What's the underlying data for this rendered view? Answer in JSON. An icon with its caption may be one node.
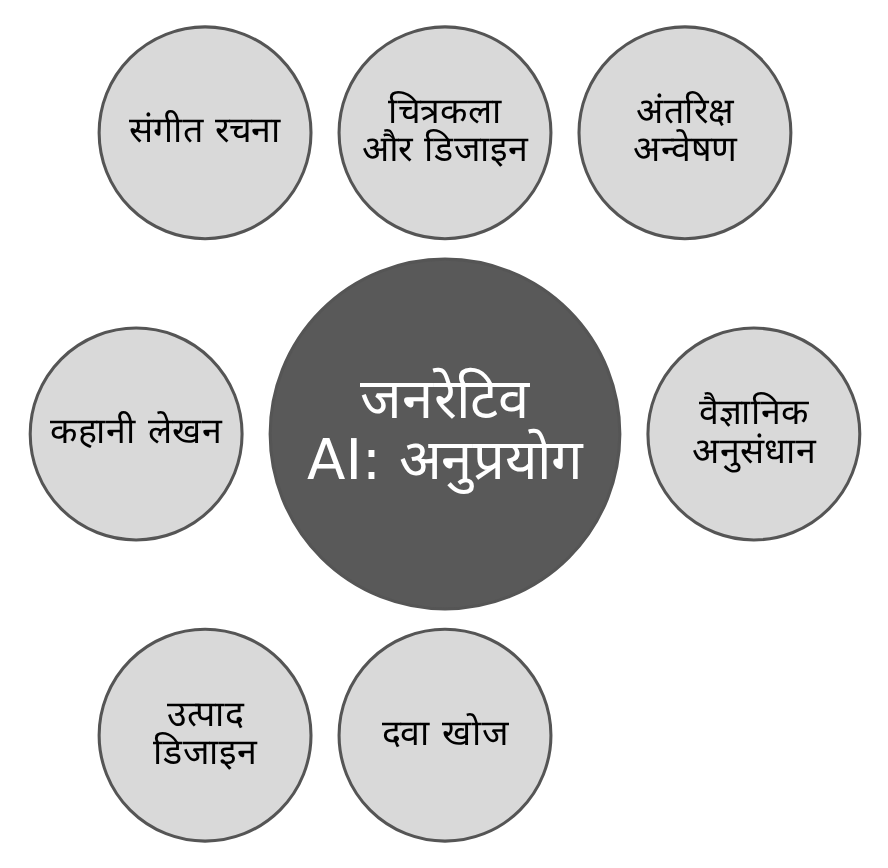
{
  "diagram": {
    "nodes": [
      {
        "text": [
          "जनरेटिव AI: अनुप्रयोग"
        ]
      },
      {
        "text": [
          "चित्रकला और डिजाइन"
        ]
      },
      {
        "text": [
          "अंतरिक्ष अन्वेषण"
        ]
      },
      {
        "text": [
          "वैज्ञानिक अनुसंधान"
        ]
      },
      {
        "text": [
          "दवा खोज"
        ]
      },
      {
        "text": [
          "उत्पाद डिजाइन"
        ]
      },
      {
        "text": [
          "कहानी लेखन"
        ]
      },
      {
        "text": [
          "संगीत रचना"
        ]
      }
    ]
  }
}
